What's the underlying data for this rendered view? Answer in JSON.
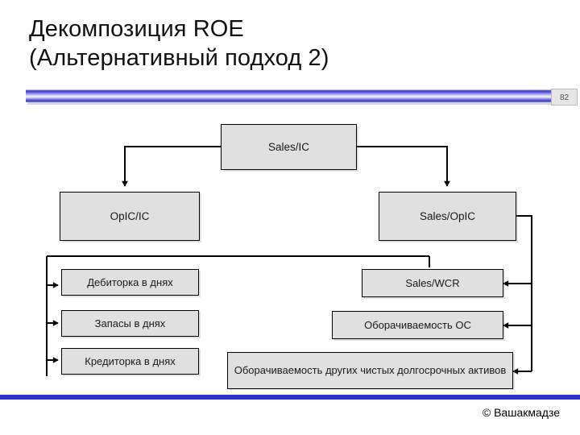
{
  "slide": {
    "title": "Декомпозиция ROE\n(Альтернативный подход 2)",
    "number": "82",
    "footer": "© Вашакмадзе",
    "accent_color": "#2b34c4",
    "box_fill": "#e0e0e0",
    "box_border": "#000000"
  },
  "diagram": {
    "type": "tree",
    "nodes": {
      "root": {
        "label": "Sales/IC"
      },
      "left_branch": {
        "label": "OpIC/IC"
      },
      "right_branch": {
        "label": "Sales/OpIC"
      },
      "left_leaf_1": {
        "label": "Дебиторка в днях"
      },
      "left_leaf_2": {
        "label": "Запасы в днях"
      },
      "left_leaf_3": {
        "label": "Кредиторка в днях"
      },
      "right_leaf_1": {
        "label": "Sales/WCR"
      },
      "right_leaf_2": {
        "label": "Оборачиваемость ОС"
      },
      "right_leaf_3": {
        "label": "Оборачиваемость других чистых долгосрочных активов"
      }
    }
  }
}
